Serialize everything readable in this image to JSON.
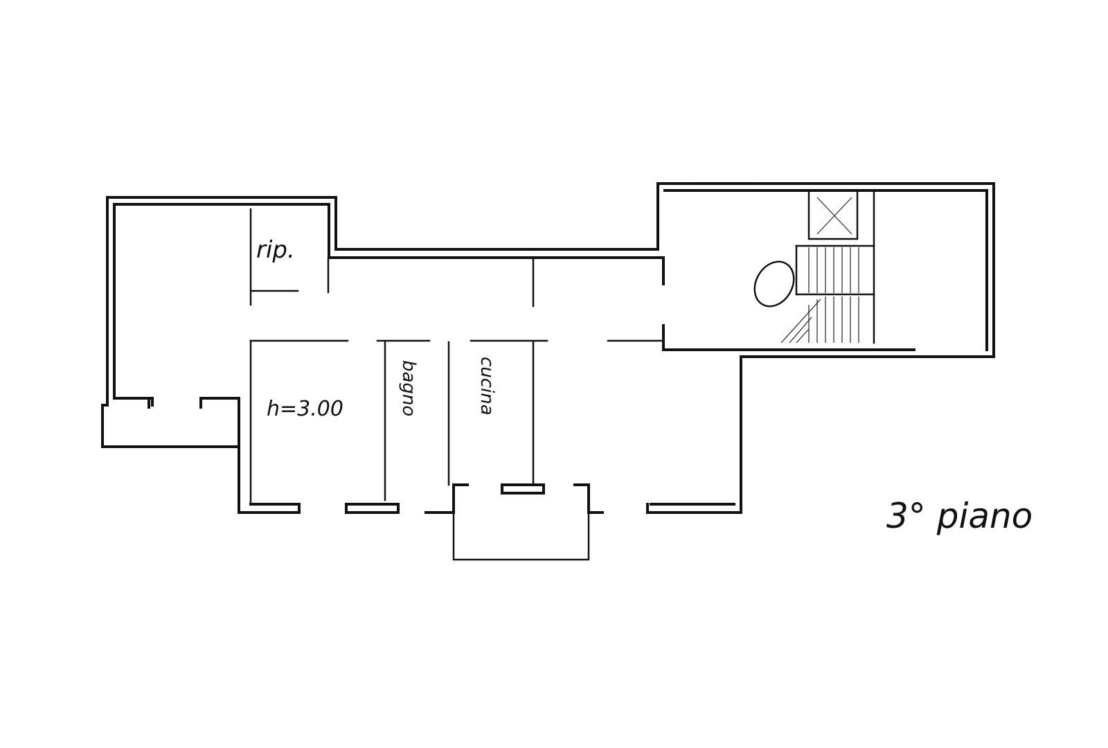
{
  "rooms": {
    "storage": "rip.",
    "height": "h=3.00",
    "bathroom": "bagno",
    "kitchen": "cucina"
  },
  "floor_label": "3° piano",
  "colors": {
    "ink": "#111111",
    "paper": "#ffffff"
  }
}
